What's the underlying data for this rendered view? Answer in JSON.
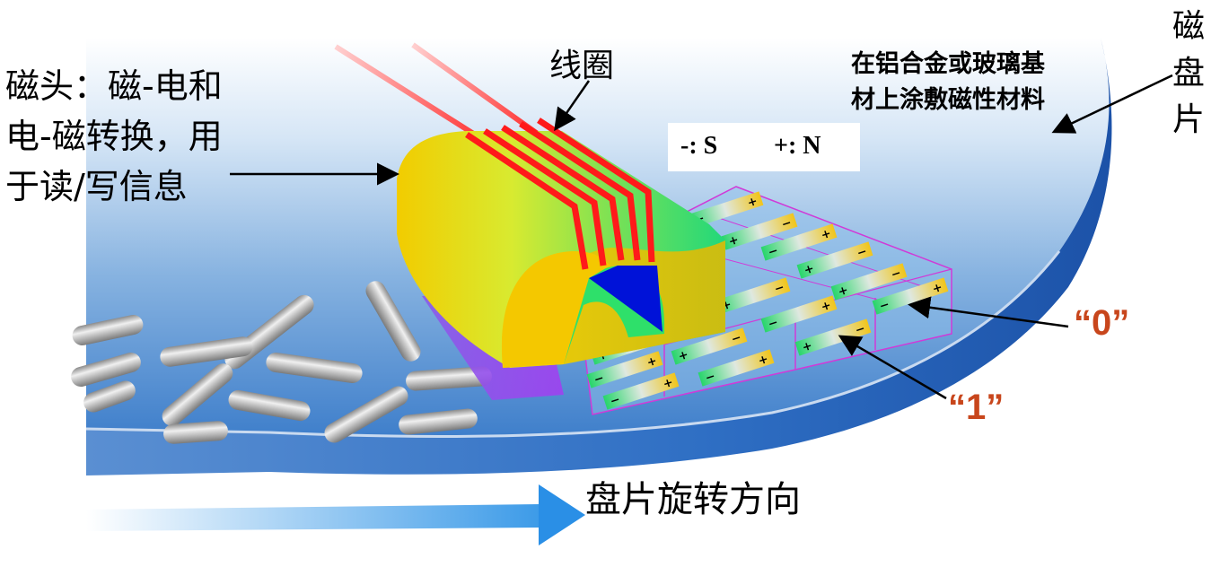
{
  "head_label": [
    "磁头：磁-电和",
    "电-磁转换，用",
    "于读/写信息"
  ],
  "coil_label": "线圈",
  "coating_label": [
    "在铝合金或玻璃基",
    "材上涂敷磁性材料"
  ],
  "platter_label": [
    "磁",
    "盘",
    "片"
  ],
  "legend": {
    "s": "-: S",
    "n": "+: N"
  },
  "bit_zero": "“0”",
  "bit_one": "“1”",
  "rotation_label": "盘片旋转方向",
  "icons": [
    "arrow-icon",
    "rotation-arrow-icon"
  ],
  "colors": {
    "label_accent": "#c8461c",
    "coil": "#ff1a1a",
    "head_green": "#2ee06a",
    "head_yellow": "#f4d400",
    "gap": "#0012d8",
    "platter": "#3a78c8"
  }
}
